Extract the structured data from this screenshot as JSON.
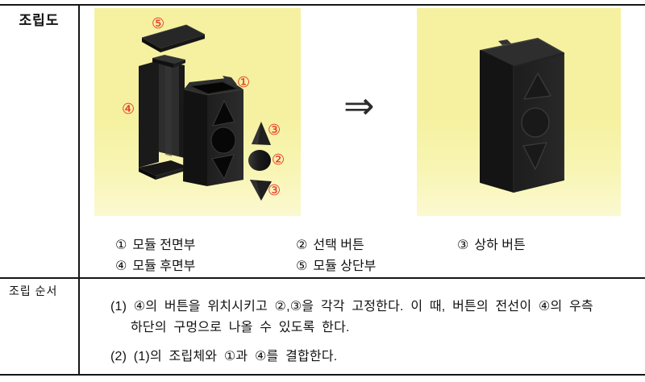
{
  "table": {
    "row1_label": "조립도",
    "row2_label": "조립 순서"
  },
  "diagram": {
    "markers": [
      "⑤",
      "①",
      "④",
      "③",
      "②",
      "③"
    ],
    "arrow_symbol": "⇒",
    "legend": [
      {
        "num": "①",
        "text": "모듈 전면부"
      },
      {
        "num": "②",
        "text": "선택 버튼"
      },
      {
        "num": "③",
        "text": "상하 버튼"
      },
      {
        "num": "④",
        "text": "모듈 후면부"
      },
      {
        "num": "⑤",
        "text": "모듈 상단부"
      }
    ]
  },
  "instructions": {
    "line1": "(1) ④의 버튼을 위치시키고 ②,③을 각각 고정한다. 이 때, 버튼의 전선이 ④의 우측",
    "line2": "하단의 구멍으로 나올 수 있도록 한다.",
    "line3": "(2) (1)의 조립체와 ①과 ④를 결합한다."
  },
  "colors": {
    "marker_red": "#e84030",
    "image_bg_top": "#f5f1a0",
    "image_bg_bottom": "#fbf9d0",
    "part_black": "#1c1c1c"
  }
}
